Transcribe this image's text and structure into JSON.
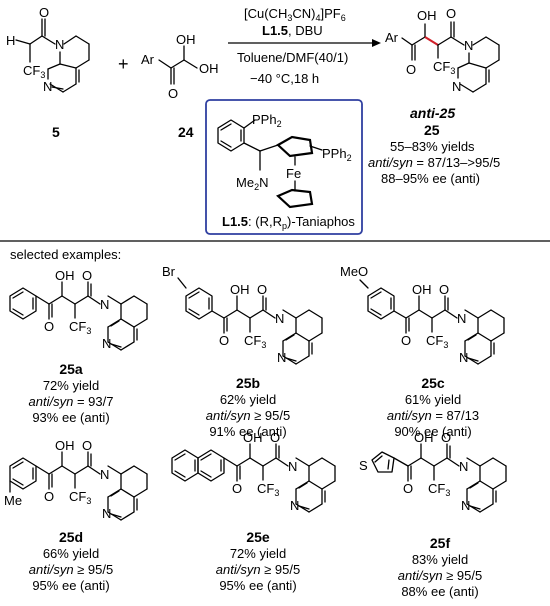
{
  "reaction": {
    "reactant1_id": "5",
    "reactant2_id": "24",
    "plus": "+",
    "conditions": {
      "catalyst_prefix": "[Cu(CH",
      "catalyst_sub1": "3",
      "catalyst_mid": "CN)",
      "catalyst_sub2": "4",
      "catalyst_suffix": "]PF",
      "catalyst_sub3": "6",
      "ligand_bold": "L1.5",
      "ligand_rest": ", DBU",
      "solvent": "Toluene/DMF(40/1)",
      "temp_time": "−40 °C,18 h"
    },
    "product_label": "anti-25",
    "product_id": "25",
    "yield_range": "55–83% yields",
    "dr_prefix": "anti/syn",
    "dr_value": " = 87/13–>95/5",
    "ee_text": "88–95% ee (anti)",
    "ligand_caption_bold": "L1.5",
    "ligand_caption_rest": ": (R,R",
    "ligand_caption_sub": "p",
    "ligand_caption_end": ")-Taniaphos"
  },
  "atoms": {
    "O": "O",
    "OH": "OH",
    "N": "N",
    "Ar": "Ar",
    "H": "H",
    "CF3_main": "CF",
    "sub3": "3",
    "PPh": "PPh",
    "sub2": "2",
    "Fe": "Fe",
    "Me2N": "Me",
    "S": "S",
    "Br": "Br",
    "MeO": "MeO",
    "Me": "Me"
  },
  "section_header": "selected examples:",
  "examples": [
    {
      "id": "25a",
      "yield": "72% yield",
      "dr_prefix": "anti/syn",
      "dr_value": " = 93/7",
      "ee": "93% ee (anti)"
    },
    {
      "id": "25b",
      "yield": "62% yield",
      "dr_prefix": "anti/syn",
      "dr_value": " ≥ 95/5",
      "ee": "91% ee (anti)"
    },
    {
      "id": "25c",
      "yield": "61% yield",
      "dr_prefix": "anti/syn",
      "dr_value": " = 87/13",
      "ee": "90% ee (anti)"
    },
    {
      "id": "25d",
      "yield": "66% yield",
      "dr_prefix": "anti/syn",
      "dr_value": " ≥ 95/5",
      "ee": "95% ee (anti)"
    },
    {
      "id": "25e",
      "yield": "72% yield",
      "dr_prefix": "anti/syn",
      "dr_value": " ≥ 95/5",
      "ee": "95% ee (anti)"
    },
    {
      "id": "25f",
      "yield": "83% yield",
      "dr_prefix": "anti/syn",
      "dr_value": " ≥ 95/5",
      "ee": "88% ee (anti)"
    }
  ],
  "colors": {
    "ligand_box": "#2f3fa0",
    "new_bond": "#d0212a",
    "text": "#000000"
  }
}
